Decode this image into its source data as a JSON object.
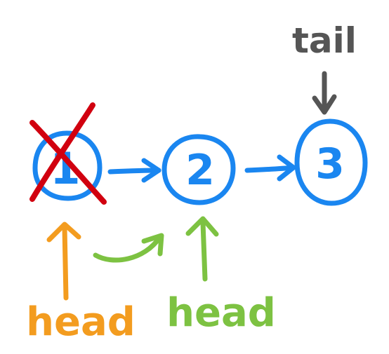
{
  "nodes": [
    {
      "value": "1",
      "deleted": true
    },
    {
      "value": "2",
      "deleted": false
    },
    {
      "value": "3",
      "deleted": false
    }
  ],
  "pointers": {
    "tail": {
      "label": "tail",
      "target_node": "3",
      "color": "#555555"
    },
    "old_head": {
      "label": "head",
      "target_node": "1",
      "color": "#F39C1F"
    },
    "new_head": {
      "label": "head",
      "target_node": "2",
      "color": "#7DC242"
    }
  },
  "colors": {
    "node_stroke": "#1A86F0",
    "node_arrow": "#1A86F0",
    "delete_cross": "#D1000F",
    "move_arrow": "#7DC242"
  }
}
